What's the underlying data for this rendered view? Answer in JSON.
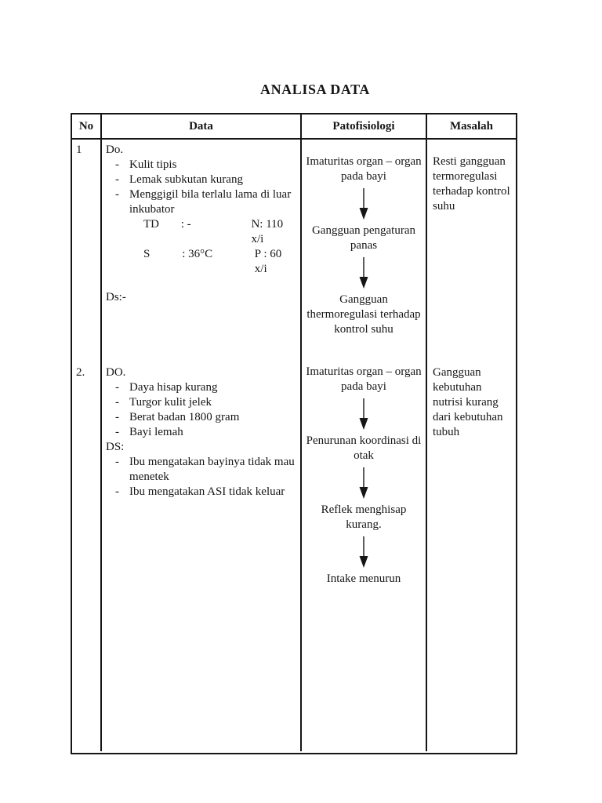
{
  "title": "ANALISA DATA",
  "table": {
    "bullet": "-",
    "headers": [
      "No",
      "Data",
      "Patofisiologi",
      "Masalah"
    ],
    "rows": [
      {
        "no": "1",
        "data": {
          "do_label": "Do.",
          "do_items": [
            "Kulit tipis",
            "Lemak subkutan kurang",
            "Menggigil bila terlalu lama di luar inkubator"
          ],
          "vitals": [
            {
              "label": "TD",
              "value": ": -",
              "right": "N: 110 x/i"
            },
            {
              "label": "S",
              "value": ": 36°C",
              "right": "P : 60 x/i"
            }
          ],
          "ds_label": "Ds:-"
        },
        "patofisiologi": [
          "Imaturitas organ – organ pada bayi",
          "Gangguan pengaturan panas",
          "Gangguan thermoregulasi terhadap kontrol suhu"
        ],
        "masalah": "Resti gangguan termoregulasi terhadap kontrol suhu"
      },
      {
        "no": "2.",
        "data": {
          "do_label": "DO.",
          "do_items": [
            "Daya hisap kurang",
            "Turgor kulit jelek",
            "Berat badan 1800 gram",
            "Bayi lemah"
          ],
          "ds_label": "DS:",
          "ds_items": [
            "Ibu mengatakan bayinya tidak mau menetek",
            "Ibu mengatakan ASI tidak keluar"
          ]
        },
        "patofisiologi": [
          "Imaturitas organ – organ pada bayi",
          "Penurunan koordinasi di otak",
          "Reflek menghisap kurang.",
          "Intake menurun"
        ],
        "masalah": "Gangguan kebutuhan nutrisi kurang dari kebutuhan tubuh"
      }
    ]
  }
}
